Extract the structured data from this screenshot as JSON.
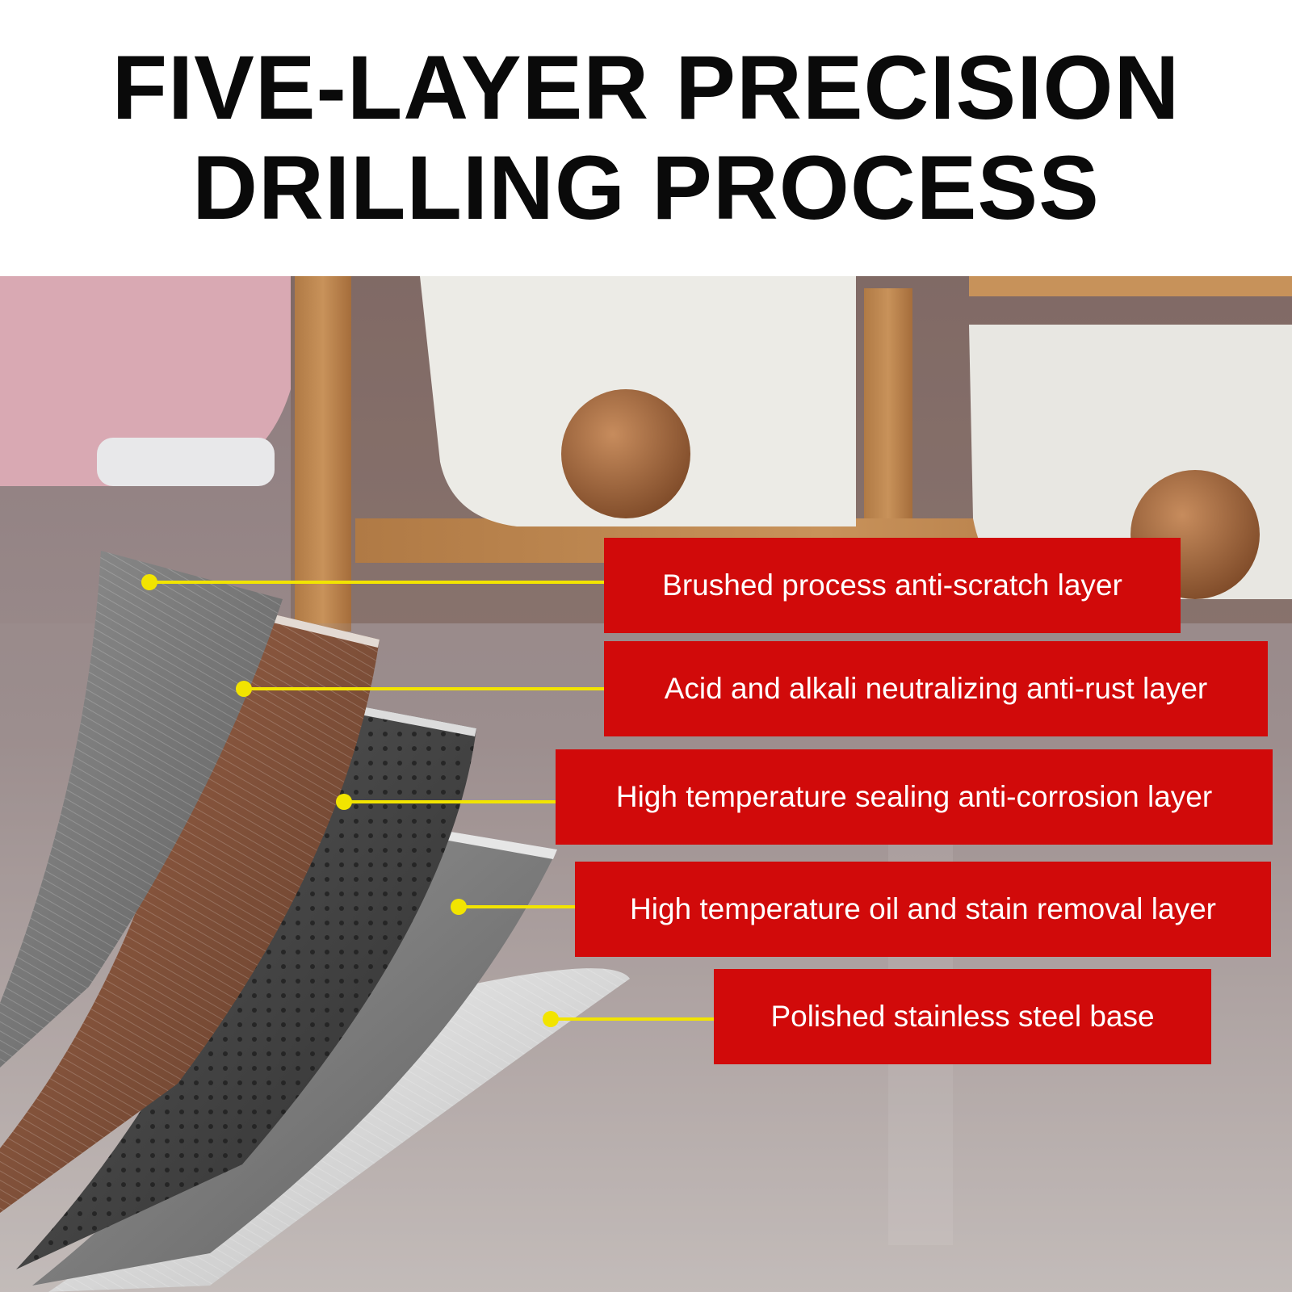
{
  "title": {
    "line1": "FIVE-LAYER PRECISION",
    "line2": "DRILLING PROCESS"
  },
  "layers": [
    {
      "label": "Brushed process anti-scratch layer"
    },
    {
      "label": "Acid and alkali neutralizing anti-rust layer"
    },
    {
      "label": "High temperature sealing anti-corrosion layer"
    },
    {
      "label": "High temperature oil and stain removal layer"
    },
    {
      "label": "Polished stainless steel base"
    }
  ],
  "colors": {
    "label_background": "#d10a0a",
    "label_text": "#ffffff",
    "leader_line": "#f2e400",
    "title_text": "#0a0a0a"
  }
}
